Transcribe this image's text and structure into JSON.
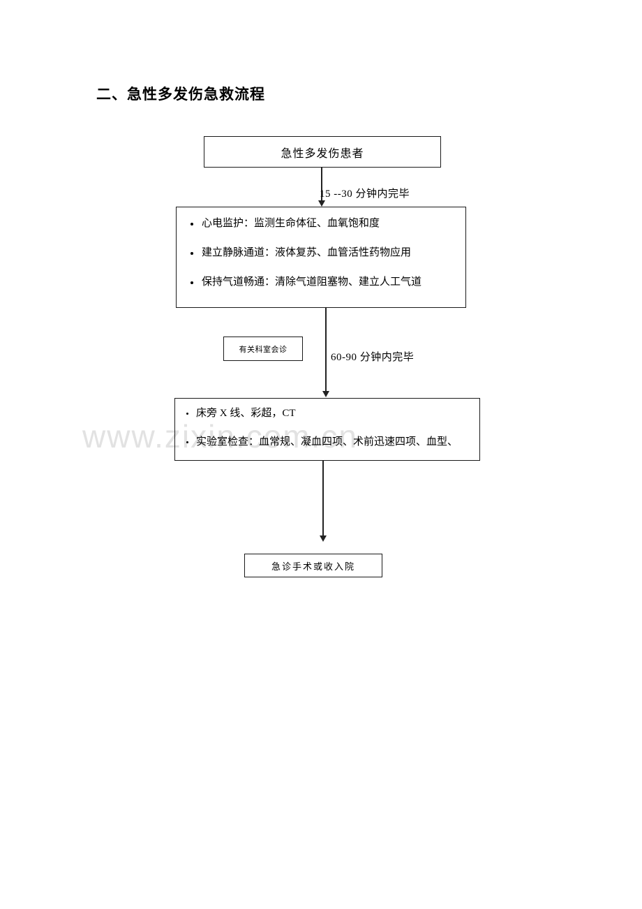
{
  "document": {
    "title": "二、急性多发伤急救流程",
    "watermark": "www.zixin.com.cn"
  },
  "flowchart": {
    "nodes": {
      "patient": {
        "label": "急性多发伤患者"
      },
      "initial_treatment": {
        "bullets": [
          "心电监护：监测生命体征、血氧饱和度",
          "建立静脉通道：液体复苏、血管活性药物应用",
          "保持气道畅通：清除气道阻塞物、建立人工气道"
        ]
      },
      "consult": {
        "label": "有关科室会诊"
      },
      "examinations": {
        "bullets": [
          "床旁 X 线、彩超，CT",
          "实验室检查：血常规、凝血四项、术前迅速四项、血型、"
        ]
      },
      "final": {
        "label": "急诊手术或收入院"
      }
    },
    "edge_labels": {
      "time_1": "15 --30 分钟内完毕",
      "time_2": "60-90 分钟内完毕"
    }
  }
}
